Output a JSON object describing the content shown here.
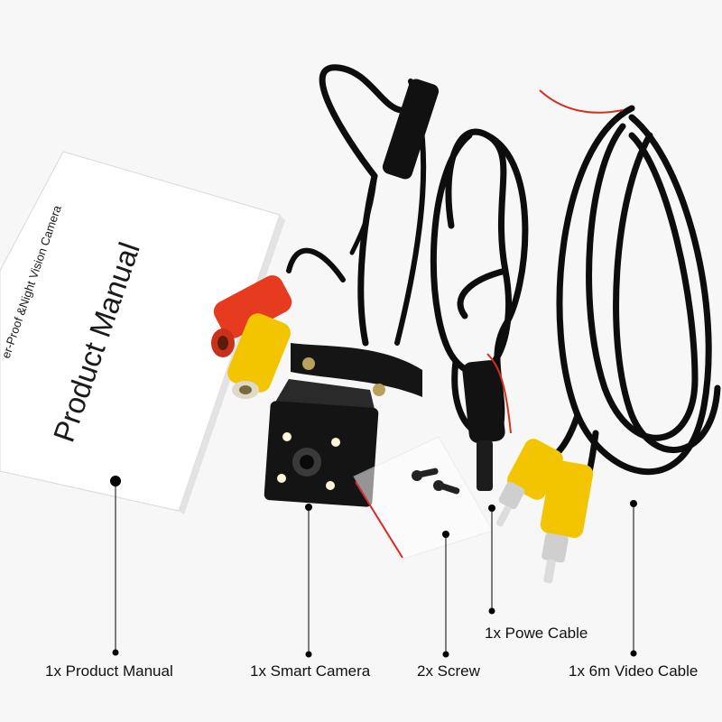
{
  "manual": {
    "title": "Product Manual",
    "subtitle": "er-Proof &Night Vision Camera"
  },
  "labels": {
    "manual": "1x Product Manual",
    "camera": "1x Smart Camera",
    "screw": "2x Screw",
    "power_cable": "1x Powe Cable",
    "video_cable": "1x 6m Video Cable"
  },
  "colors": {
    "background": "#f7f7f8",
    "cable": "#0d0d0d",
    "rca_yellow": "#f2c500",
    "rca_red": "#e63b1e",
    "wire_red": "#d4301c"
  }
}
